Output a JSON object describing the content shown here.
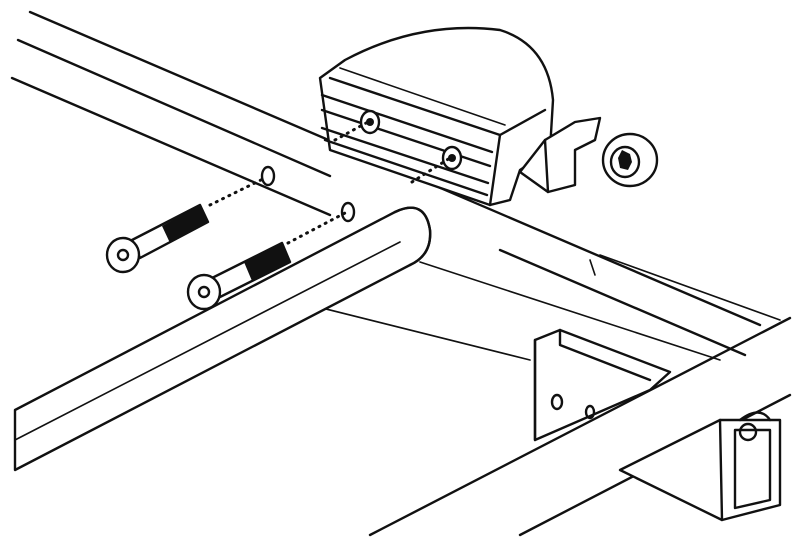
{
  "diagram": {
    "parts": [
      {
        "name": "frame-rail",
        "icon": "rail-icon"
      },
      {
        "name": "lower-tube",
        "icon": "tube-icon"
      },
      {
        "name": "bracket",
        "icon": "bracket-icon"
      },
      {
        "name": "square-tube",
        "icon": "square-tube-icon"
      },
      {
        "name": "bumper-housing",
        "icon": "housing-icon"
      },
      {
        "name": "clip",
        "icon": "clip-icon"
      },
      {
        "name": "bolt-1",
        "icon": "bolt-icon"
      },
      {
        "name": "bolt-2",
        "icon": "bolt-icon"
      }
    ],
    "colors": {
      "line": "#111111",
      "background": "#ffffff"
    }
  }
}
